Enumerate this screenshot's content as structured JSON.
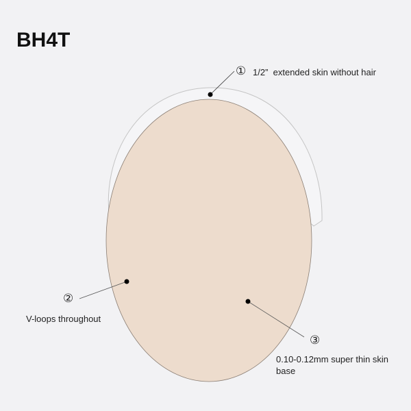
{
  "title": "BH4T",
  "callouts": [
    {
      "number": "①",
      "text": "1/2”  extended skin without hair"
    },
    {
      "number": "②",
      "text": "V-loops throughout"
    },
    {
      "number": "③",
      "text": "0.10-0.12mm super thin skin base"
    }
  ],
  "colors": {
    "base": "#eddccd",
    "background": "#f2f2f4",
    "outline": "#bdbdbd"
  }
}
